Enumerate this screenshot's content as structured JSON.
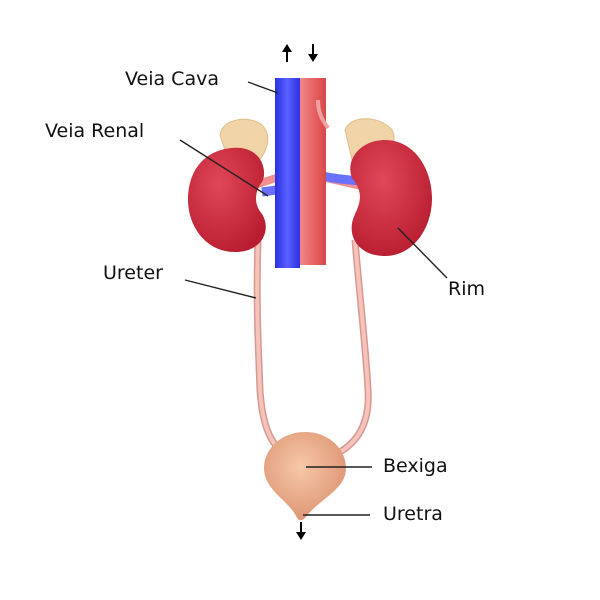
{
  "labels": {
    "veia_cava": "Veia Cava",
    "veia_renal": "Veia Renal",
    "ureter": "Ureter",
    "rim": "Rim",
    "bexiga": "Bexiga",
    "uretra": "Uretra"
  },
  "colors": {
    "vein": "#3a3ff0",
    "artery": "#e86a6a",
    "kidney": "#c8283c",
    "adrenal": "#f0d4a8",
    "ureter": "#f2b8b0",
    "bladder": "#e8a07c"
  }
}
